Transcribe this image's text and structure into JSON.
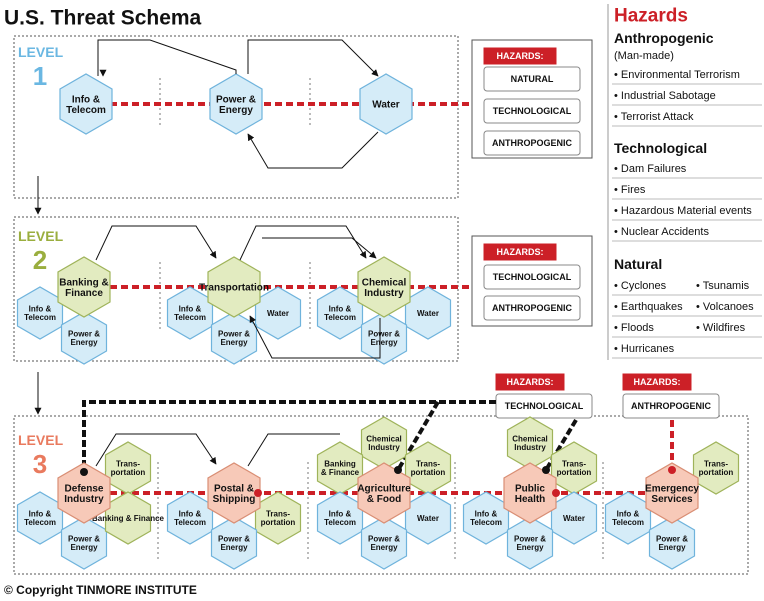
{
  "title": "U.S. Threat Schema",
  "copyright": "© Copyright TINMORE INSTITUTE",
  "colors": {
    "blue_hex": "#d5ecf8",
    "blue_stroke": "#6fb3dc",
    "green_hex": "#e2ebc0",
    "green_stroke": "#9fb35a",
    "pink_hex": "#f7c9b8",
    "pink_stroke": "#d98e74",
    "red": "#cc2027",
    "level1": "#6ab7e2",
    "level2": "#9aae3e",
    "level3": "#e97a5e"
  },
  "levels": [
    {
      "label": "LEVEL",
      "num": "1"
    },
    {
      "label": "LEVEL",
      "num": "2"
    },
    {
      "label": "LEVEL",
      "num": "3"
    }
  ],
  "level1": {
    "nodes": [
      "Info &\nTelecom",
      "Power &\nEnergy",
      "Water"
    ],
    "hazards_title": "HAZARDS:",
    "hazards": [
      "NATURAL",
      "TECHNOLOGICAL",
      "ANTHROPOGENIC"
    ]
  },
  "level2": {
    "groups": [
      {
        "main": "Banking &\nFinance",
        "subs": [
          "Info &\nTelecom",
          "Power &\nEnergy"
        ]
      },
      {
        "main": "Transportation",
        "subs": [
          "Info &\nTelecom",
          "Water",
          "Power &\nEnergy"
        ]
      },
      {
        "main": "Chemical\nIndustry",
        "subs": [
          "Info &\nTelecom",
          "Water",
          "Power &\nEnergy"
        ]
      }
    ],
    "hazards_title": "HAZARDS:",
    "hazards": [
      "TECHNOLOGICAL",
      "ANTHROPOGENIC"
    ]
  },
  "level3": {
    "groups": [
      {
        "main": "Defense\nIndustry",
        "subs": [
          "Trans-\nportation",
          "Info &\nTelecom",
          "Banking & Finance",
          "Power &\nEnergy"
        ]
      },
      {
        "main": "Postal &\nShipping",
        "subs": [
          "Info &\nTelecom",
          "Trans-\nportation",
          "Power &\nEnergy"
        ]
      },
      {
        "main": "Agriculture\n& Food",
        "subs": [
          "Chemical\nIndustry",
          "Banking\n& Finance",
          "Trans-\nportation",
          "Info &\nTelecom",
          "Water",
          "Power &\nEnergy"
        ]
      },
      {
        "main": "Public\nHealth",
        "subs": [
          "Chemical\nIndustry",
          "Trans-\nportation",
          "Info &\nTelecom",
          "Water",
          "Power &\nEnergy"
        ]
      },
      {
        "main": "Emergency\nServices",
        "subs": [
          "Trans-\nportation",
          "Info &\nTelecom",
          "Power &\nEnergy"
        ]
      }
    ],
    "hazards_title": "HAZARDS:",
    "hazards_tech": "TECHNOLOGICAL",
    "hazards_anthro": "ANTHROPOGENIC"
  },
  "sidebar": {
    "title": "Hazards",
    "sections": [
      {
        "heading": "Anthropogenic",
        "sub": "(Man-made)",
        "items": [
          "Environmental Terrorism",
          "Industrial Sabotage",
          "Terrorist Attack"
        ]
      },
      {
        "heading": "Technological",
        "sub": "",
        "items": [
          "Dam Failures",
          "Fires",
          "Hazardous Material events",
          "Nuclear Accidents"
        ]
      },
      {
        "heading": "Natural",
        "sub": "",
        "items": [
          "Cyclones",
          "Tsunamis",
          "Earthquakes",
          "Volcanoes",
          "Floods",
          "Wildfires",
          "Hurricanes"
        ]
      }
    ]
  }
}
